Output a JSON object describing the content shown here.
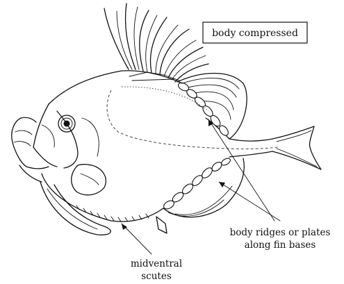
{
  "labels": {
    "body_compressed": "body compressed",
    "ridges_line1": "body ridges or plates",
    "ridges_line2": "along fin bases",
    "midventral_line1": "midventral",
    "midventral_line2": "scutes"
  }
}
